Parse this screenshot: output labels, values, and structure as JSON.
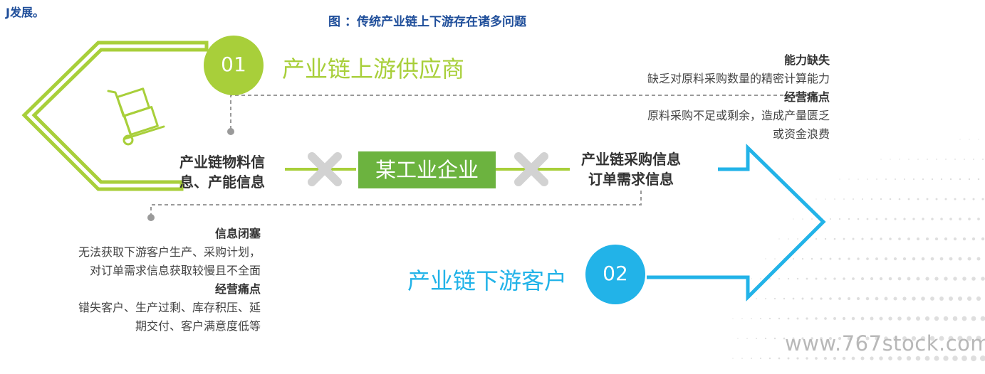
{
  "figure_title": "图 ：传统产业链上下游存在诸多问题",
  "cut_text": "J发展。",
  "nodes": {
    "upstream": {
      "number": "01",
      "label": "产业链上游供应商",
      "color": "#a8cf3a"
    },
    "downstream": {
      "number": "02",
      "label": "产业链下游客户",
      "color": "#22b3e8"
    }
  },
  "center_entity": {
    "label": "某工业企业",
    "color": "#6cb33f"
  },
  "flows": {
    "left_label_lines": [
      "产业链物料信",
      "息、产能信息"
    ],
    "right_label_lines": [
      "产业链采购信息",
      "订单需求信息"
    ]
  },
  "upstream_issues": {
    "heading1": "能力缺失",
    "text1": "缺乏对原料采购数量的精密计算能力",
    "heading2": "经营痛点",
    "text2_lines": [
      "原料采购不足或剩余，造成产量匮乏",
      "或资金浪费"
    ]
  },
  "downstream_issues": {
    "heading1": "信息闭塞",
    "text1_lines": [
      "无法获取下游客户生产、采购计划，",
      "对订单需求信息获取较慢且不全面"
    ],
    "heading2": "经营痛点",
    "text2_lines": [
      "错失客户、生产过剩、库存积压、延",
      "期交付、客户满意度低等"
    ]
  },
  "icons": [
    "hand-truck-icon",
    "cross-mark-icon"
  ],
  "watermark": "www.767stock.com"
}
